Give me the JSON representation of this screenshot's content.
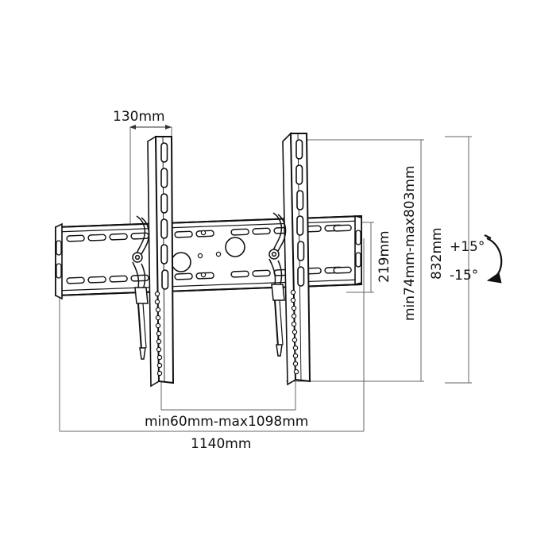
{
  "diagram": {
    "title": "Tilting TV wall mount bracket — dimensioned technical drawing",
    "view": "front-three-quarter",
    "background_color": "#ffffff",
    "line_color": "#111111",
    "dimension_line_color": "#555555"
  },
  "dimensions": {
    "depth": "130mm",
    "plate_height": "219mm",
    "mount_height_range": "min74mm-max803mm",
    "overall_height": "832mm",
    "rail_spacing_range": "min60mm-max1098mm",
    "overall_width": "1140mm"
  },
  "tilt": {
    "up_label": "+15°",
    "down_label": "-15°",
    "icon": "curved-double-arrow-icon"
  },
  "labels": [
    {
      "id": "depth",
      "text": "130mm",
      "orientation": "horizontal"
    },
    {
      "id": "plate-height",
      "text": "219mm",
      "orientation": "vertical"
    },
    {
      "id": "range-height",
      "text": "min74mm-max803mm",
      "orientation": "vertical"
    },
    {
      "id": "total-height",
      "text": "832mm",
      "orientation": "vertical"
    },
    {
      "id": "tilt-up",
      "text": "+15°",
      "orientation": "horizontal"
    },
    {
      "id": "tilt-down",
      "text": "-15°",
      "orientation": "horizontal"
    },
    {
      "id": "rail-range",
      "text": "min60mm-max1098mm",
      "orientation": "horizontal"
    },
    {
      "id": "total-width",
      "text": "1140mm",
      "orientation": "horizontal"
    }
  ],
  "parts": [
    {
      "name": "wall-plate",
      "description": "horizontal perforated wall plate with slot rows and circular cable holes"
    },
    {
      "name": "vertical-rail-left",
      "description": "left vertical TV rail with oval slots above and hole column below"
    },
    {
      "name": "vertical-rail-right",
      "description": "right vertical TV rail with oval slots above and hole column below"
    },
    {
      "name": "tilt-mechanism-left",
      "description": "left pivot bracket and tilt adjustment hardware"
    },
    {
      "name": "tilt-mechanism-right",
      "description": "right pivot bracket and tilt adjustment hardware"
    }
  ]
}
